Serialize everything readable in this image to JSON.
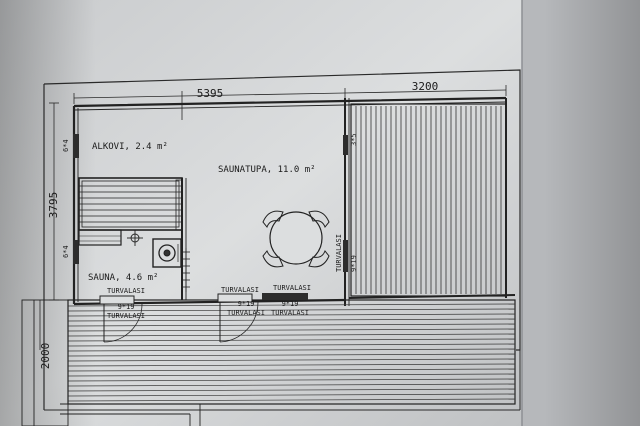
{
  "dimensions": {
    "top_left_width": "5395",
    "top_right_width": "3200",
    "left_height": "3795",
    "terrace_depth": "2000"
  },
  "rooms": {
    "alkovi": "ALKOVI, 2.4 m²",
    "saunatupa": "SAUNATUPA, 11.0 m²",
    "sauna": "SAUNA, 4.6 m²"
  },
  "wall_marks": {
    "upper_left": "6*4",
    "lower_left": "6*4",
    "middle_upper": "3*5",
    "middle_lower": "9*19"
  },
  "doors": [
    {
      "top_label": "TURVALASI",
      "code": "9*19",
      "bottom_label": "TURVALASI"
    },
    {
      "top_label": "TURVALASI",
      "code": "9*19",
      "bottom_label": "TURVALASI"
    },
    {
      "top_label": "TURVALASI",
      "code": "9*19",
      "bottom_label": "TURVALASI"
    }
  ],
  "side_glass_label": "TURVALASI"
}
